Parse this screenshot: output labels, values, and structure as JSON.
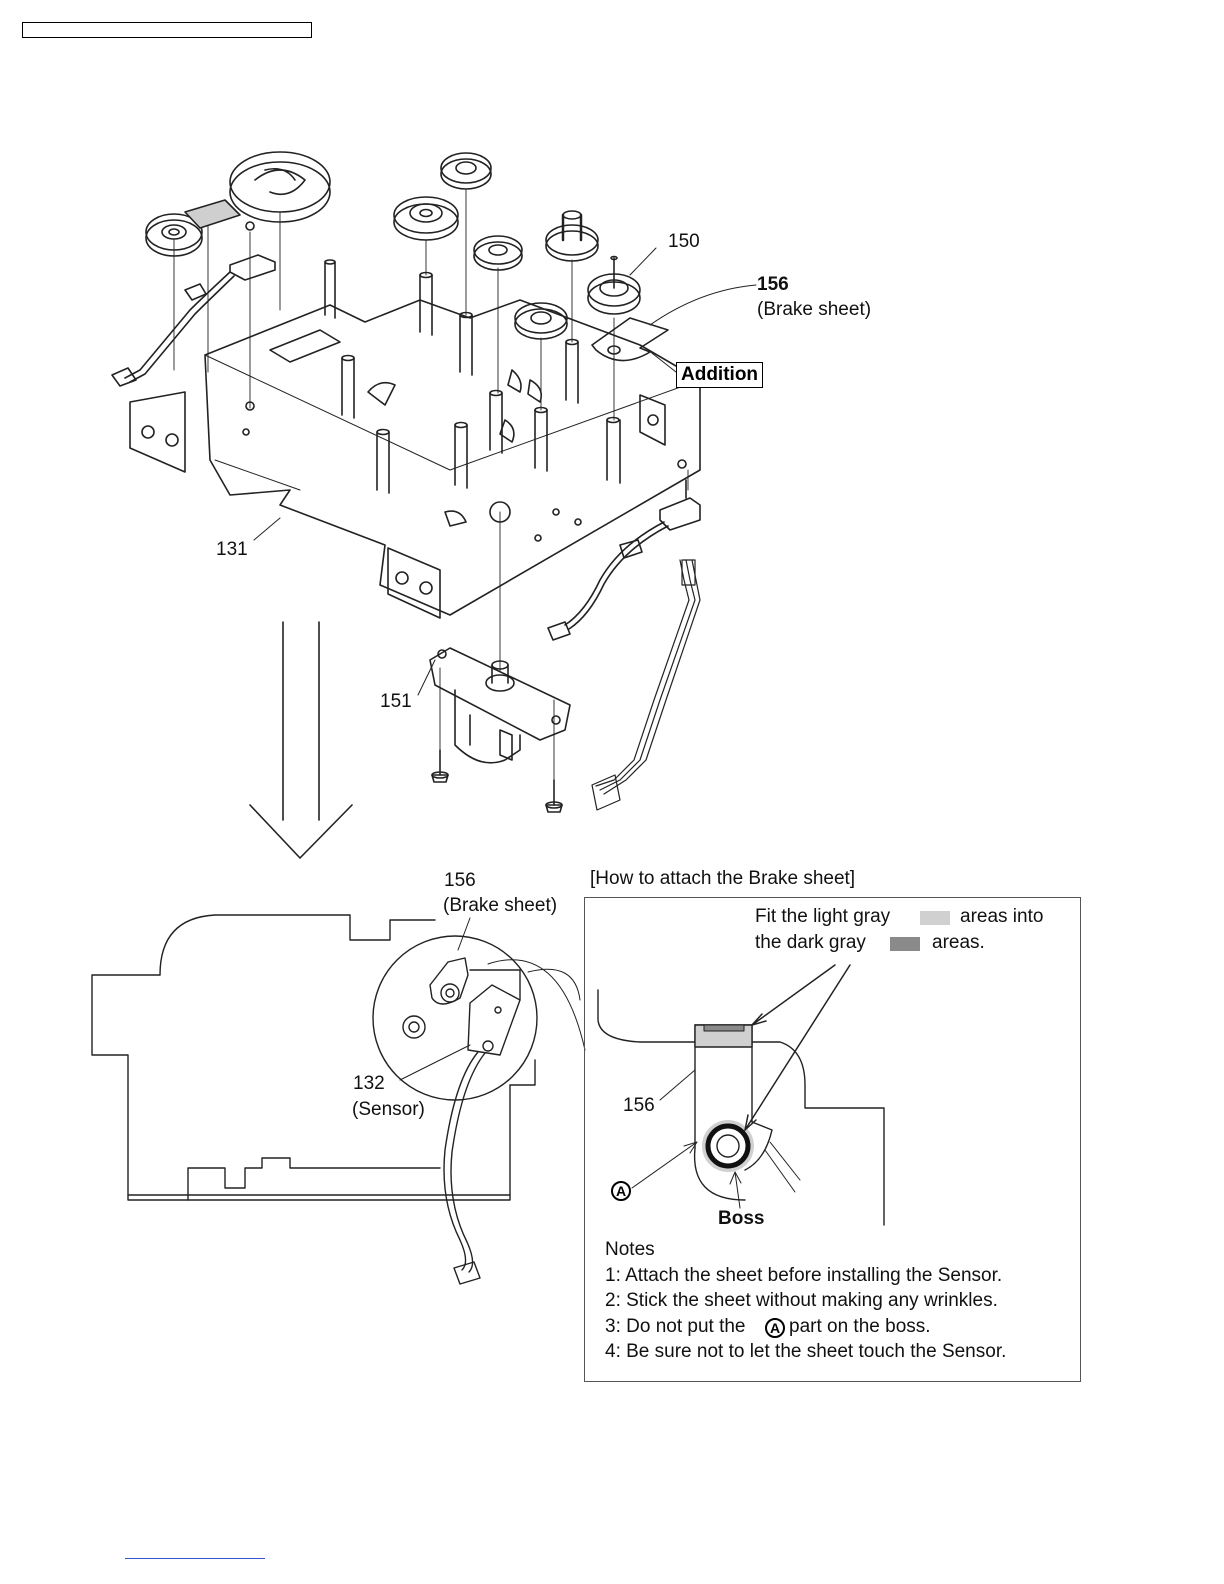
{
  "colors": {
    "light_gray": "#d0d0d0",
    "dark_gray": "#8a8a8a",
    "line": "#222222"
  },
  "callouts": {
    "part_150": "150",
    "part_156": "156",
    "brake_sheet": "(Brake sheet)",
    "addition": "Addition",
    "part_131": "131",
    "part_151": "151"
  },
  "lower": {
    "part_156": "156",
    "brake_sheet": "(Brake sheet)",
    "part_132": "132",
    "sensor": "(Sensor)"
  },
  "howto": {
    "title": "[How to attach the Brake sheet]",
    "fit_line1_a": "Fit the light gray",
    "fit_line1_b": "areas into",
    "fit_line2_a": "the dark gray",
    "fit_line2_b": "areas.",
    "part_156": "156",
    "marker_a": "A",
    "boss": "Boss"
  },
  "notes": {
    "heading": "Notes",
    "note1": "1: Attach the sheet before installing the Sensor.",
    "note2": "2: Stick the sheet without making any wrinkles.",
    "note3_a": "3: Do not put the",
    "note3_marker": "A",
    "note3_b": "part on the boss.",
    "note4": "4: Be sure not to let the sheet touch the Sensor."
  }
}
